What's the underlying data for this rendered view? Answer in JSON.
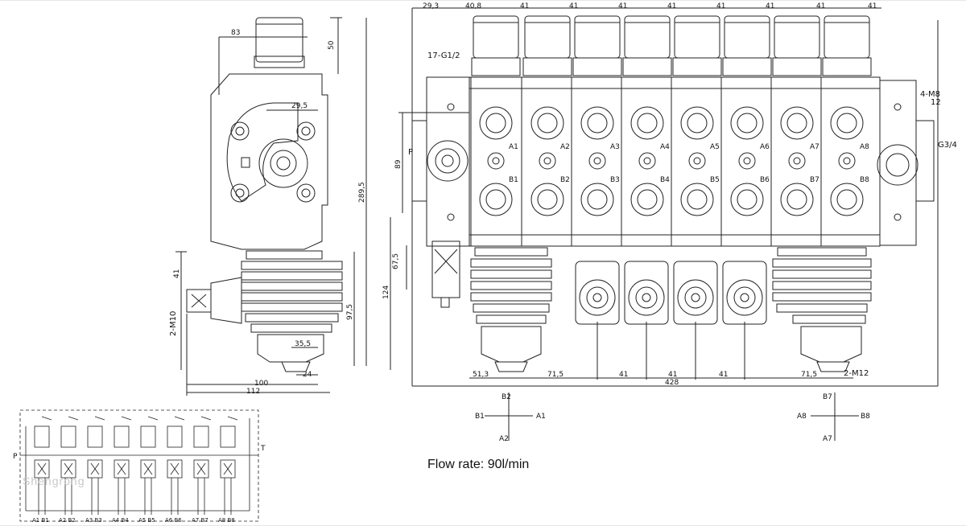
{
  "flow_rate": "Flow rate: 90l/min",
  "watermark": "Shengrong",
  "side_view": {
    "dims": {
      "d83": "83",
      "d50": "50",
      "d29_5": "29,5",
      "d289_5": "289,5",
      "d41": "41",
      "m10": "2-M10",
      "d97_5": "97,5",
      "d35_5": "35,5",
      "d24": "24",
      "d100": "100",
      "d112": "112"
    }
  },
  "front_view": {
    "top_dims": [
      "29,3",
      "40,8",
      "41",
      "41",
      "41",
      "41",
      "41",
      "41",
      "41",
      "41"
    ],
    "labels": {
      "port_g12": "17-G1/2",
      "port_m8": "4-M8",
      "m8_depth": "12",
      "port_g34": "G3/4",
      "p": "P",
      "m12": "2-M12"
    },
    "ports_a": [
      "A1",
      "A2",
      "A3",
      "A4",
      "A5",
      "A6",
      "A7",
      "A8"
    ],
    "ports_b": [
      "B1",
      "B2",
      "B3",
      "B4",
      "B5",
      "B6",
      "B7",
      "B8"
    ],
    "left_dims": {
      "d89": "89",
      "d67_5": "67,5",
      "d124": "124"
    },
    "bottom_dims": [
      "51,3",
      "71,5",
      "41",
      "41",
      "41",
      "71,5"
    ],
    "total": "428"
  },
  "cross_left": {
    "top": "B2",
    "left": "B1",
    "right": "A1",
    "bottom": "A2"
  },
  "cross_right": {
    "top": "B7",
    "left": "A8",
    "right": "B8",
    "bottom": "A7"
  },
  "schematic": {
    "p": "P",
    "t": "T",
    "ports": [
      "A1 B1",
      "A2 B2",
      "A3 B3",
      "A4 B4",
      "A5 B5",
      "A6 B6",
      "A7 B7",
      "A8 B8"
    ]
  }
}
